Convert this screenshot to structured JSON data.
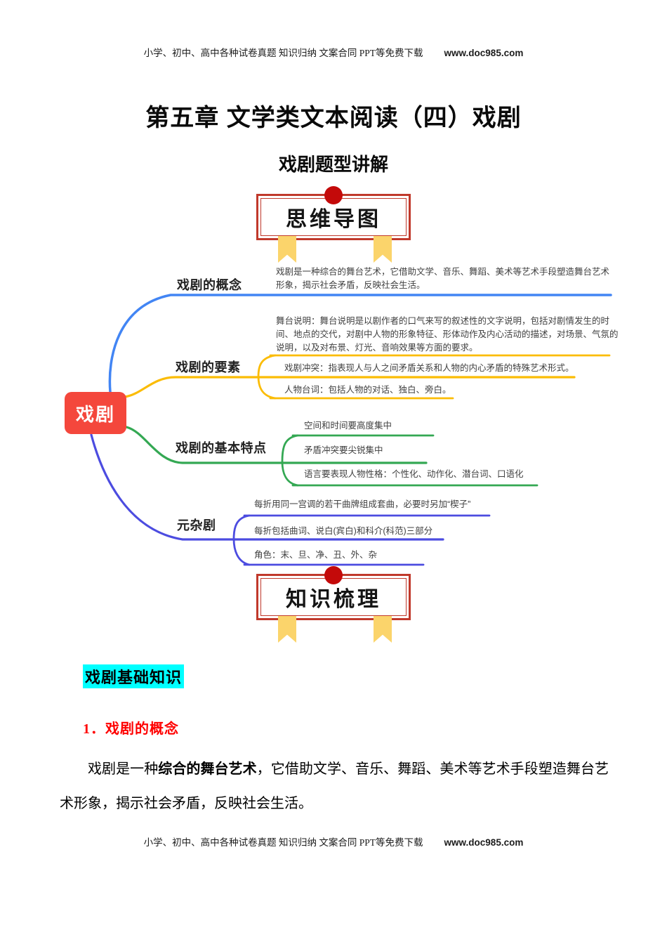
{
  "header": {
    "text": "小学、初中、高中各种试卷真题 知识归纳 文案合同 PPT等免费下载",
    "url": "www.doc985.com"
  },
  "footer": {
    "text": "小学、初中、高中各种试卷真题 知识归纳 文案合同 PPT等免费下载",
    "url": "www.doc985.com"
  },
  "title": "第五章 文学类文本阅读（四）戏剧",
  "subtitle": "戏剧题型讲解",
  "banners": {
    "mindmap_label": "思维导图",
    "knowledge_label": "知识梳理",
    "border_color": "#C0392B",
    "circle_color": "#C40A0A",
    "ribbon_color": "#FBD46B"
  },
  "mindmap": {
    "root": {
      "label": "戏剧",
      "color": "#F4473C"
    },
    "branches": [
      {
        "label": "戏剧的概念",
        "color": "#4285F4",
        "children": [
          "戏剧是一种综合的舞台艺术，它借助文学、音乐、舞蹈、美术等艺术手段塑造舞台艺术形象，揭示社会矛盾，反映社会生活。"
        ]
      },
      {
        "label": "戏剧的要素",
        "color": "#FBBC05",
        "children": [
          "舞台说明：舞台说明是以剧作者的口气来写的叙述性的文字说明，包括对剧情发生的时间、地点的交代，对剧中人物的形象特征、形体动作及内心活动的描述，对场景、气氛的说明，以及对布景、灯光、音响效果等方面的要求。",
          "戏剧冲突：指表现人与人之间矛盾关系和人物的内心矛盾的特殊艺术形式。",
          "人物台词：包括人物的对话、独白、旁白。"
        ]
      },
      {
        "label": "戏剧的基本特点",
        "color": "#34A853",
        "children": [
          "空间和时间要高度集中",
          "矛盾冲突要尖锐集中",
          "语言要表现人物性格：个性化、动作化、潜台词、口语化"
        ]
      },
      {
        "label": "元杂剧",
        "color": "#4C4CE0",
        "children": [
          "每折用同一宫调的若干曲牌组成套曲，必要时另加“楔子”",
          "每折包括曲词、说白(宾白)和科介(科范)三部分",
          "角色：末、旦、净、丑、外、杂"
        ]
      }
    ]
  },
  "knowledge": {
    "section_heading": "戏剧基础知识",
    "heading_highlight": "#00FFFF",
    "item1_heading": "1．戏剧的概念",
    "item1_heading_color": "#FF0000",
    "para_prefix": "戏剧是一种",
    "para_bold": "综合的舞台艺术",
    "para_suffix": "，它借助文学、音乐、舞蹈、美术等艺术手段塑造舞台艺术形象，揭示社会矛盾，反映社会生活。"
  }
}
